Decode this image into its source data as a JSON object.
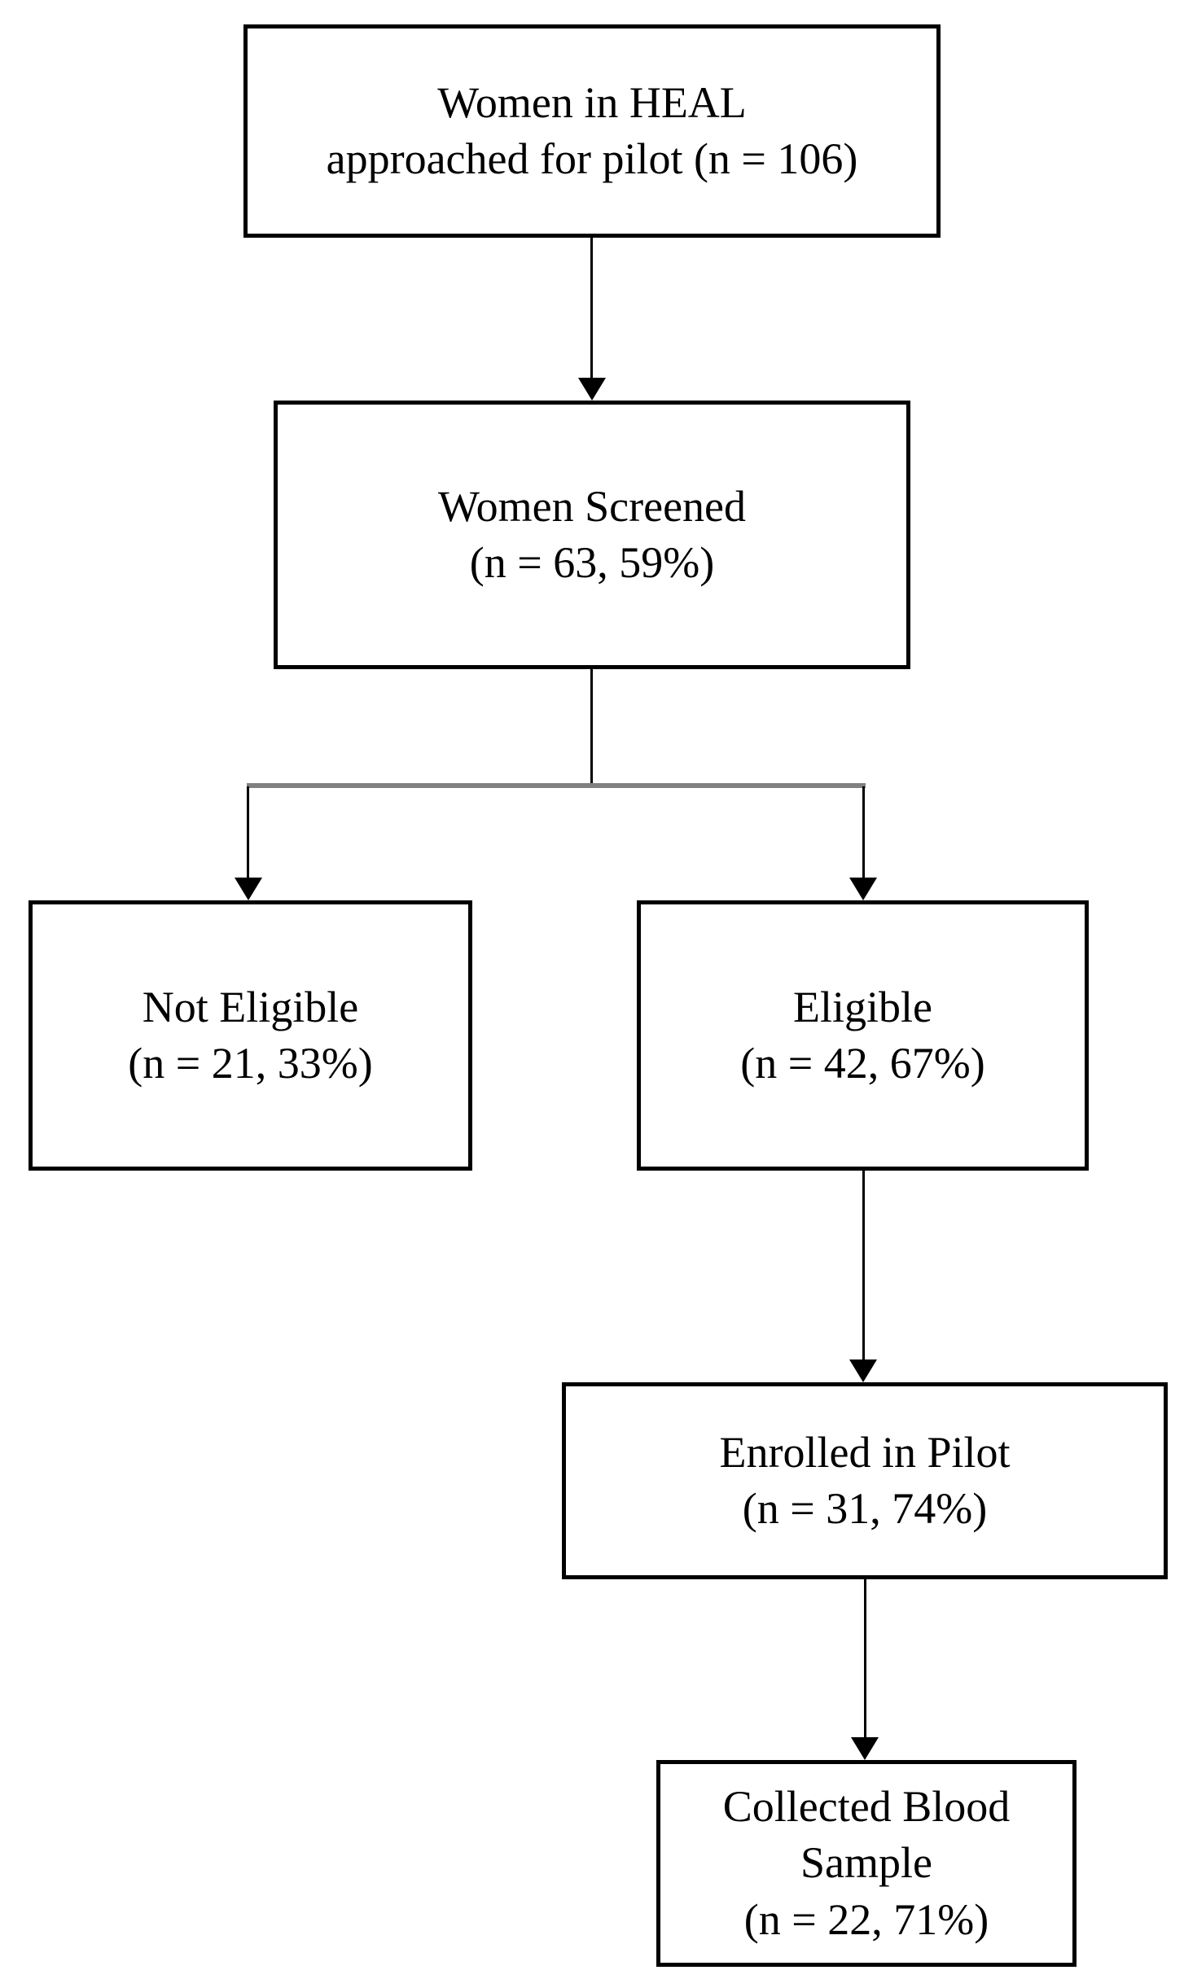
{
  "diagram": {
    "type": "study-flowchart",
    "background_color": "#ffffff",
    "box_border_color": "#000000",
    "text_color": "#000000",
    "connector_color": "#000000",
    "branch_line_color": "#808080",
    "nodes": [
      {
        "id": "approached",
        "lines": [
          "Women in HEAL",
          "approached for pilot (n = 106)"
        ]
      },
      {
        "id": "screened",
        "lines": [
          "Women Screened",
          "(n = 63, 59%)"
        ]
      },
      {
        "id": "not_eligible",
        "lines": [
          "Not Eligible",
          "(n = 21, 33%)"
        ]
      },
      {
        "id": "eligible",
        "lines": [
          "Eligible",
          "(n = 42, 67%)"
        ]
      },
      {
        "id": "enrolled",
        "lines": [
          "Enrolled in Pilot",
          "(n = 31, 74%)"
        ]
      },
      {
        "id": "collected",
        "lines": [
          "Collected Blood",
          "Sample",
          "(n = 22, 71%)"
        ]
      }
    ],
    "edges": [
      {
        "from": "approached",
        "to": "screened"
      },
      {
        "from": "screened",
        "to": "not_eligible"
      },
      {
        "from": "screened",
        "to": "eligible"
      },
      {
        "from": "eligible",
        "to": "enrolled"
      },
      {
        "from": "enrolled",
        "to": "collected"
      }
    ]
  }
}
